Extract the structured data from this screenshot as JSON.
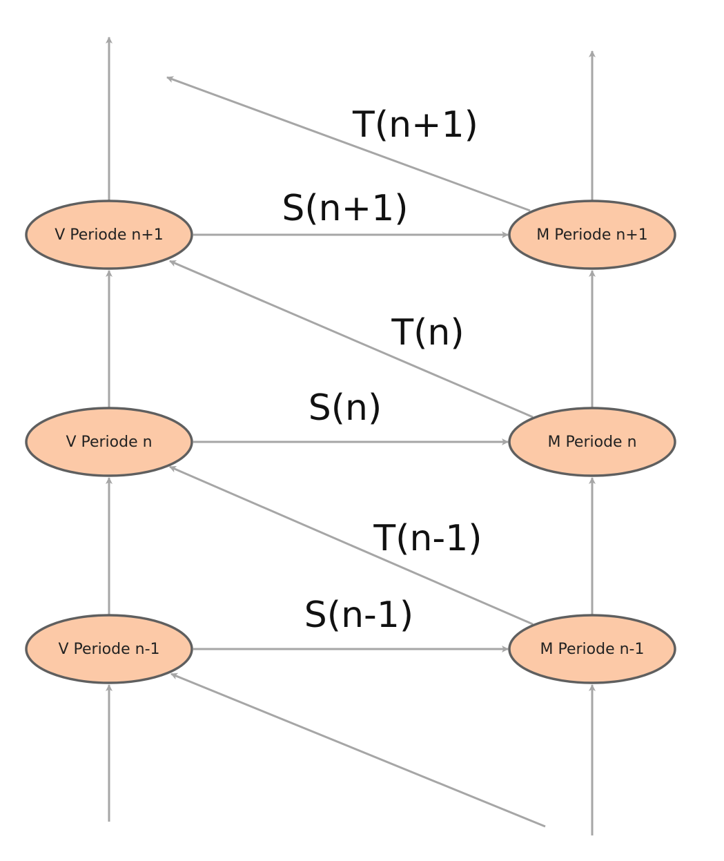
{
  "diagram": {
    "nodes": [
      {
        "id": "v_n1",
        "label": "V Periode n+1",
        "column": "V",
        "row": 0
      },
      {
        "id": "m_n1",
        "label": "M Periode n+1",
        "column": "M",
        "row": 0
      },
      {
        "id": "v_n",
        "label": "V Periode n",
        "column": "V",
        "row": 1
      },
      {
        "id": "m_n",
        "label": "M Periode n",
        "column": "M",
        "row": 1
      },
      {
        "id": "v_nm1",
        "label": "V Periode n-1",
        "column": "V",
        "row": 2
      },
      {
        "id": "m_nm1",
        "label": "M Periode n-1",
        "column": "M",
        "row": 2
      }
    ],
    "edges": [
      {
        "from": "v_n1",
        "to": "m_n1",
        "label": "S(n+1)"
      },
      {
        "from": "m_n1",
        "to": "out_v_top",
        "label": "T(n+1)"
      },
      {
        "from": "v_n",
        "to": "m_n",
        "label": "S(n)"
      },
      {
        "from": "m_n",
        "to": "v_n1",
        "label": "T(n)"
      },
      {
        "from": "v_nm1",
        "to": "m_nm1",
        "label": "S(n-1)"
      },
      {
        "from": "m_nm1",
        "to": "v_n",
        "label": "T(n-1)"
      },
      {
        "from": "in_bottom",
        "to": "v_nm1",
        "label": ""
      },
      {
        "from": "v_nm1",
        "to": "v_n",
        "label": ""
      },
      {
        "from": "v_n",
        "to": "v_n1",
        "label": ""
      },
      {
        "from": "v_n1",
        "to": "out_v_top",
        "label": ""
      },
      {
        "from": "m_nm1",
        "to": "m_n",
        "label": ""
      },
      {
        "from": "m_n",
        "to": "m_n1",
        "label": ""
      },
      {
        "from": "m_n1",
        "to": "out_m_top",
        "label": ""
      }
    ],
    "colors": {
      "node_fill": "#fcc9a7",
      "node_stroke": "#5f5f5f",
      "edge": "#a6a6a6"
    }
  }
}
